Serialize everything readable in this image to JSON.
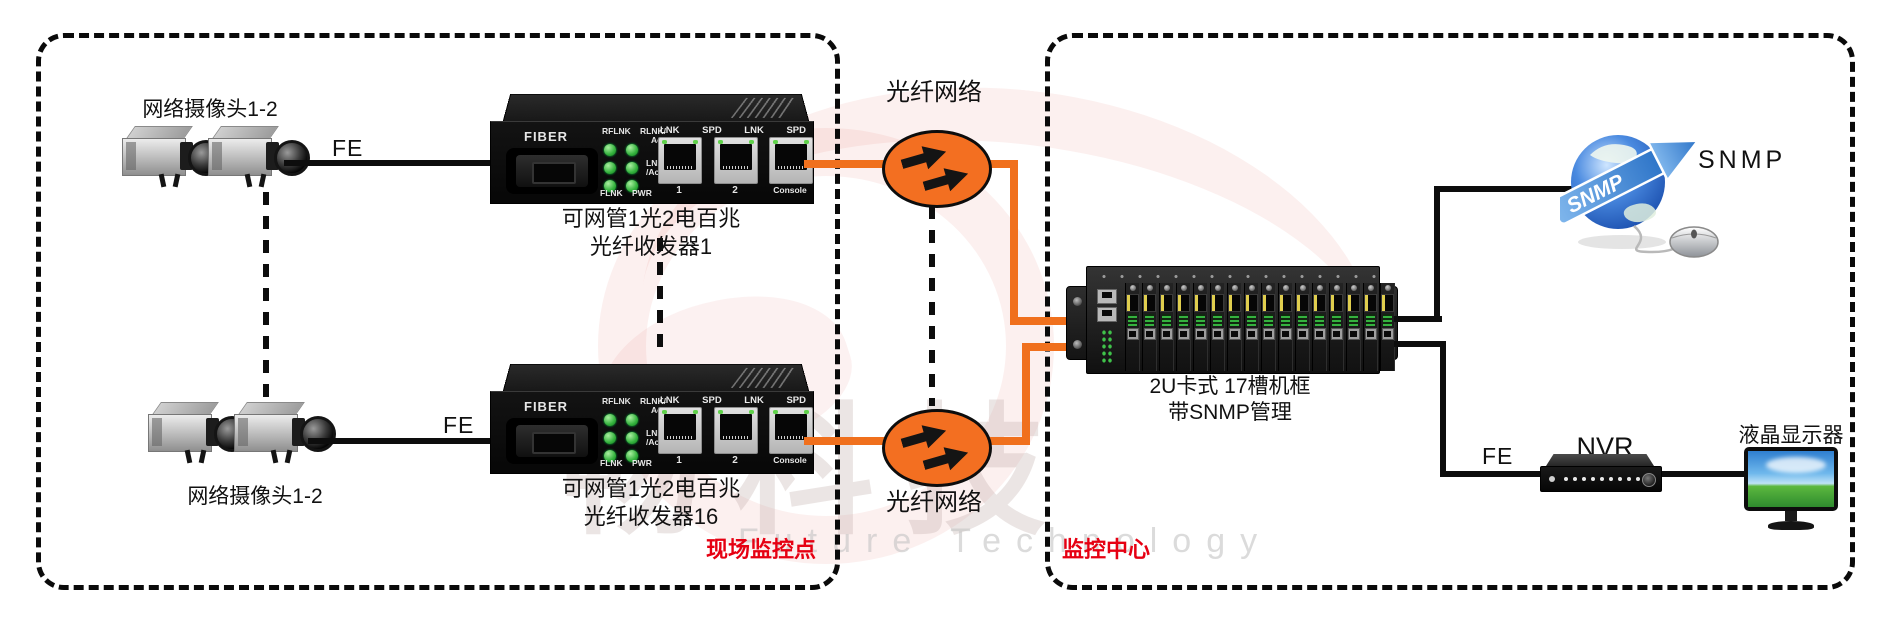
{
  "watermark": {
    "cn": "畅科技",
    "en": "Future Technology"
  },
  "site_box": {
    "label": "现场监控点",
    "cameras_top_label": "网络摄像头1-2",
    "cameras_bottom_label": "网络摄像头1-2",
    "fe_top": "FE",
    "fe_bottom": "FE"
  },
  "converter_panel": {
    "fiber": "FIBER",
    "rflnk": "RFLNK",
    "rlnk": "RLNK/",
    "rlnk2": "Act",
    "lnk": "LNK",
    "lnk2": "/Act",
    "flnk": "FLNK",
    "pwr": "PWR",
    "hdr": [
      "LNK",
      "SPD",
      "LNK",
      "SPD"
    ],
    "ports": [
      "1",
      "2",
      "Console"
    ]
  },
  "converters": [
    {
      "line1": "可网管1光2电百兆",
      "line2": "光纤收发器1"
    },
    {
      "line1": "可网管1光2电百兆",
      "line2": "光纤收发器16"
    }
  ],
  "fiber_network": {
    "top_label": "光纤网络",
    "bottom_label": "光纤网络"
  },
  "center_box": {
    "label": "监控中心",
    "chassis_line1": "2U卡式 17槽机框",
    "chassis_line2": "带SNMP管理",
    "snmp_label": "SNMP",
    "snmp_banner": "SNMP",
    "fe": "FE",
    "nvr": "NVR",
    "monitor_label": "液晶显示器"
  },
  "chassis": {
    "visible_slots": 16
  },
  "nvr": {
    "led_count": 10
  },
  "colors": {
    "accent_orange": "#f0701d",
    "oval_fill": "#f36f21",
    "status_red": "#e60012",
    "led_green": "#33b13c",
    "globe_blue": "#2f6fd8"
  }
}
